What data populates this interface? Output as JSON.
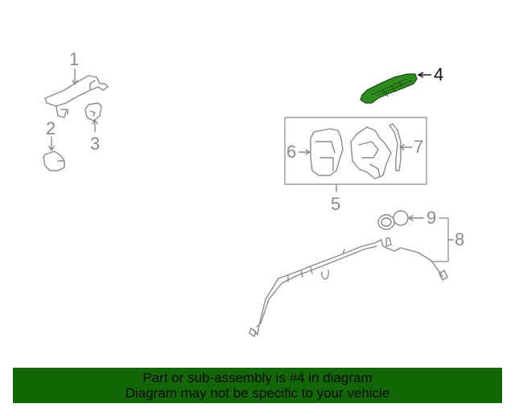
{
  "diagram": {
    "highlight_color": "#2e8b1e",
    "line_color": "#8a8a8a",
    "callouts": [
      {
        "id": "1",
        "label": "1",
        "part": "outside-handle"
      },
      {
        "id": "2",
        "label": "2",
        "part": "handle-cap"
      },
      {
        "id": "3",
        "label": "3",
        "part": "handle-bracket"
      },
      {
        "id": "4",
        "label": "4",
        "part": "handle-reinforcement",
        "highlighted": true
      },
      {
        "id": "5",
        "label": "5",
        "part": "lock-assembly"
      },
      {
        "id": "6",
        "label": "6",
        "part": "lock-actuator"
      },
      {
        "id": "7",
        "label": "7",
        "part": "lock-rod"
      },
      {
        "id": "8",
        "label": "8",
        "part": "wiring-harness"
      },
      {
        "id": "9",
        "label": "9",
        "part": "grommet"
      }
    ]
  },
  "banner": {
    "line1": "Part or sub-assembly is #4 in diagram",
    "line2": "Diagram may not be specific to your vehicle",
    "background": "#136707"
  }
}
